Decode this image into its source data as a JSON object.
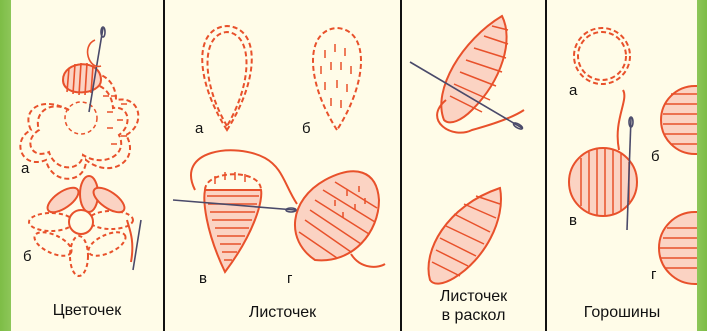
{
  "panels": [
    {
      "caption": "Цветочек",
      "labels": [
        "а",
        "б"
      ]
    },
    {
      "caption": "Листочек",
      "labels": [
        "а",
        "б",
        "в",
        "г"
      ]
    },
    {
      "caption_line1": "Листочек",
      "caption_line2": "в раскол"
    },
    {
      "caption": "Горошины",
      "labels": [
        "а",
        "б",
        "в",
        "г"
      ]
    }
  ],
  "colors": {
    "stitch": "#e8512b",
    "background": "#fffce8",
    "frame": "#8cc85a",
    "divider": "#111111",
    "needle": "#4a4a6a"
  },
  "icons": [
    "needle-icon",
    "flower-icon",
    "leaf-icon",
    "pea-icon"
  ]
}
